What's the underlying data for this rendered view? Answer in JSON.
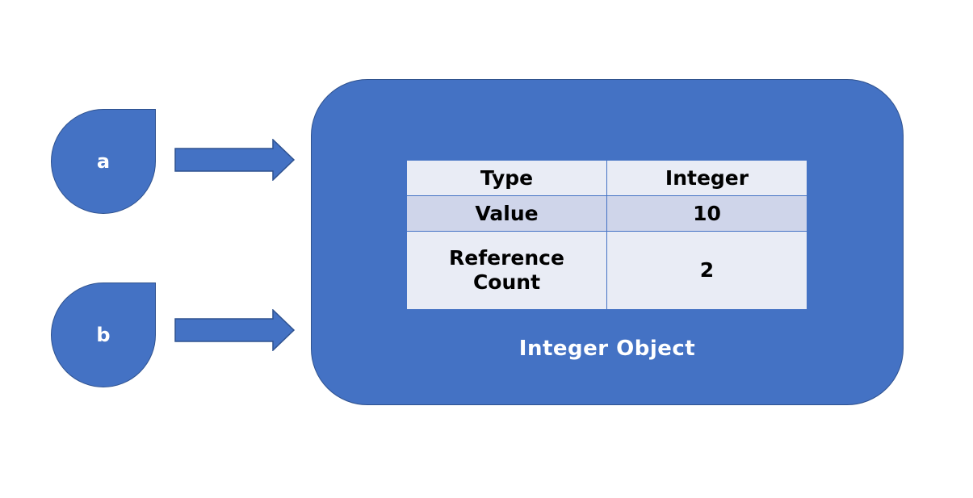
{
  "variables": [
    {
      "label": "a"
    },
    {
      "label": "b"
    }
  ],
  "object": {
    "caption": "Integer Object",
    "rows": [
      {
        "key": "Type",
        "value": "Integer"
      },
      {
        "key": "Value",
        "value": "10"
      },
      {
        "key": "Reference\nCount",
        "value": "2"
      }
    ]
  },
  "colors": {
    "fill": "#4472c4",
    "outline": "#2f528f",
    "table_row_light": "#e9ecf5",
    "table_row_dark": "#cfd5ea"
  },
  "icons": {
    "arrow": "right-arrow-icon"
  }
}
